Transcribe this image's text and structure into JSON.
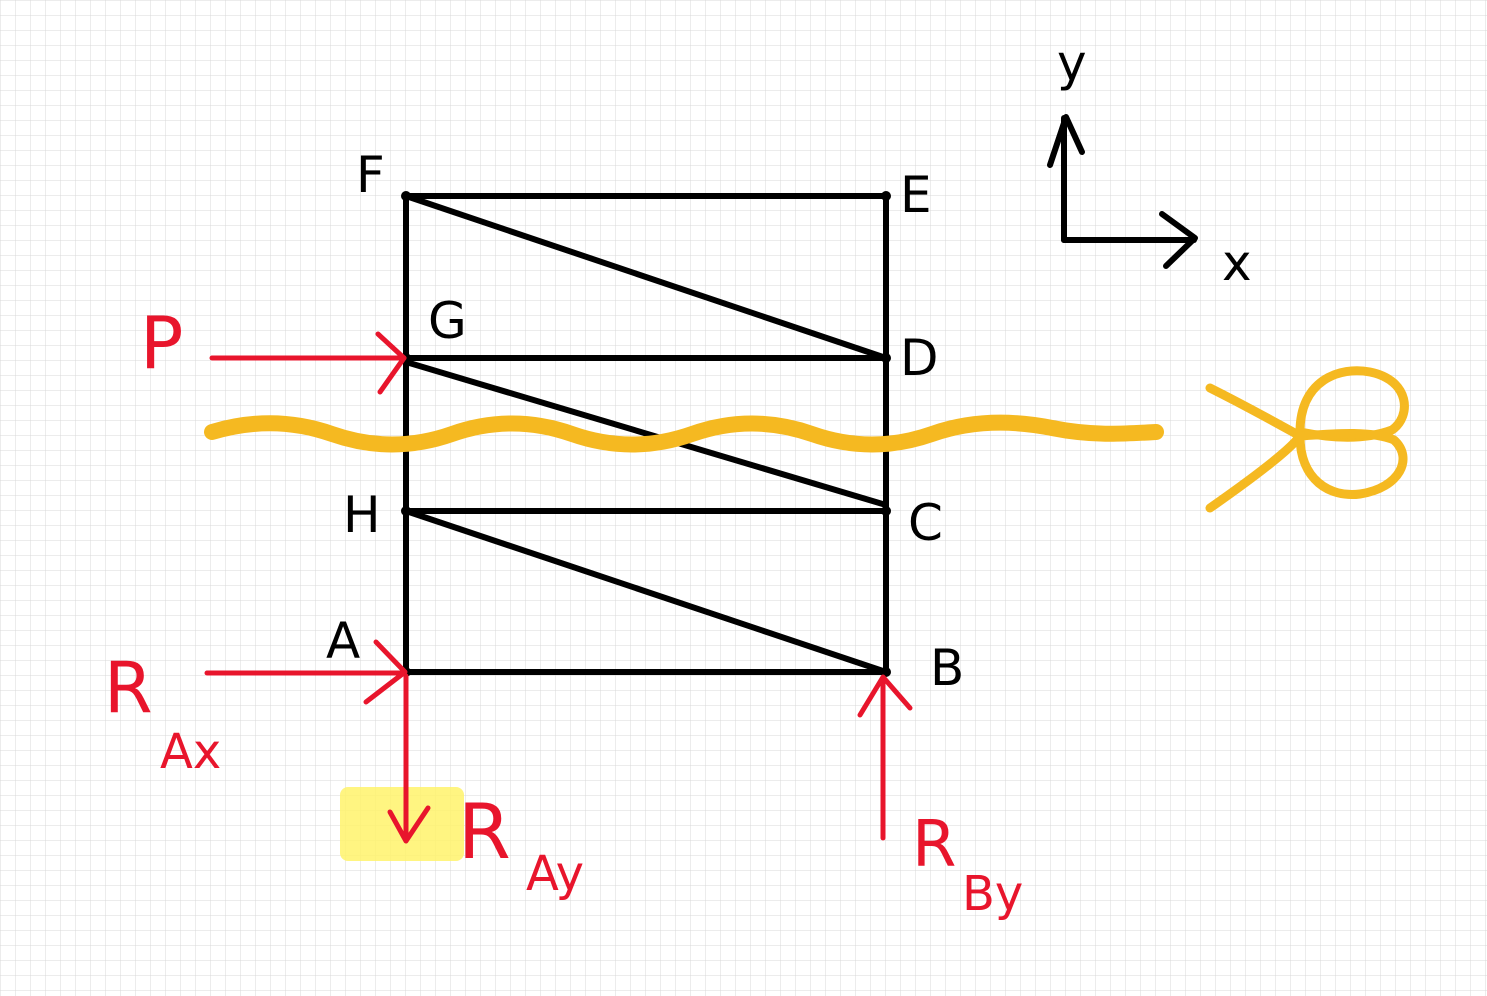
{
  "colors": {
    "background": "#ffffff",
    "grid": "#d9d9d9",
    "truss": "#000000",
    "force": "#e8152c",
    "cut": "#f5b921",
    "highlight": "#fff36b"
  },
  "nodes": {
    "A": "A",
    "B": "B",
    "C": "C",
    "D": "D",
    "E": "E",
    "F": "F",
    "G": "G",
    "H": "H"
  },
  "axes": {
    "x_label": "x",
    "y_label": "y"
  },
  "forces": {
    "P": {
      "label": "P",
      "direction": "right",
      "at_node": "G"
    },
    "RAx": {
      "main": "R",
      "sub": "Ax",
      "direction": "right",
      "at_node": "A"
    },
    "RAy": {
      "main": "R",
      "sub": "Ay",
      "direction": "down",
      "at_node": "A"
    },
    "RBy": {
      "main": "R",
      "sub": "By",
      "direction": "up",
      "at_node": "B"
    }
  },
  "cut_line": {
    "description_icon": "scissors-icon"
  }
}
